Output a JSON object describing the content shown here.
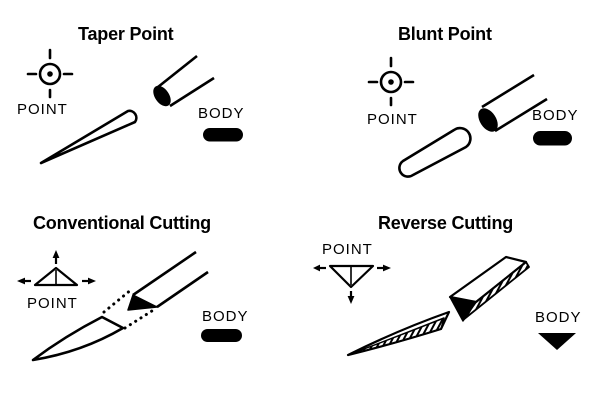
{
  "diagram": {
    "background": "#ffffff",
    "ink": "#000000",
    "quadrants": [
      {
        "id": "taper-point",
        "title": "Taper Point",
        "point_label": "POINT",
        "body_label": "BODY",
        "point_icon": "round-crosshair-icon",
        "body_icon": "filled-capsule-icon"
      },
      {
        "id": "blunt-point",
        "title": "Blunt Point",
        "point_label": "POINT",
        "body_label": "BODY",
        "point_icon": "round-crosshair-icon",
        "body_icon": "filled-capsule-icon"
      },
      {
        "id": "conventional-cutting",
        "title": "Conventional Cutting",
        "point_label": "POINT",
        "body_label": "BODY",
        "point_icon": "triangle-up-arrows-icon",
        "body_icon": "filled-capsule-icon"
      },
      {
        "id": "reverse-cutting",
        "title": "Reverse Cutting",
        "point_label": "POINT",
        "body_label": "BODY",
        "point_icon": "triangle-down-arrows-icon",
        "body_icon": "filled-triangle-down-icon"
      }
    ]
  }
}
